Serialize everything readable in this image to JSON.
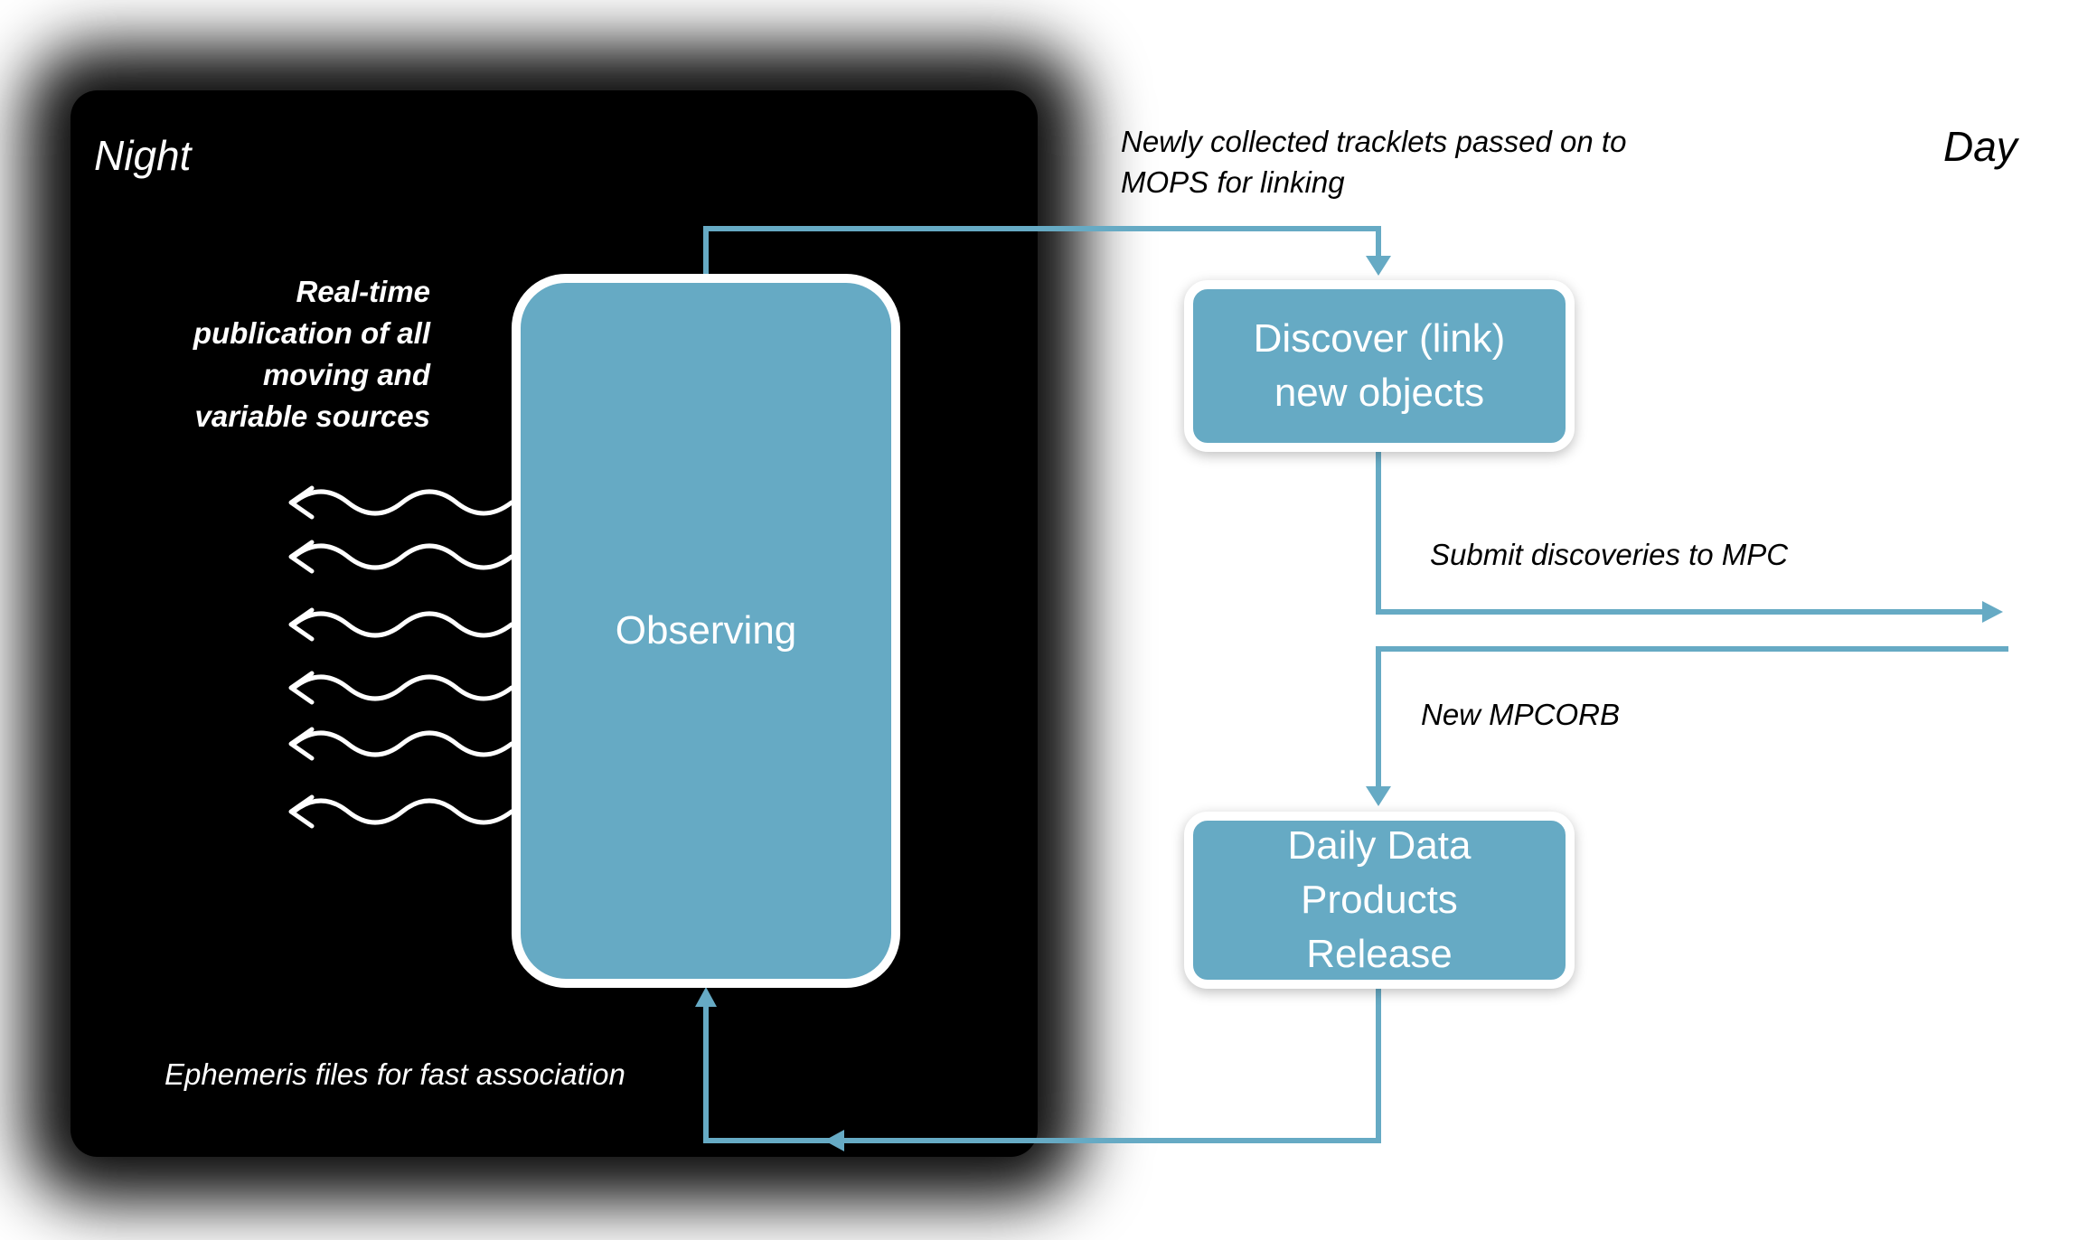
{
  "phases": {
    "night": "Night",
    "day": "Day"
  },
  "annotations": {
    "realtime": "Real-time publication of all moving and variable sources",
    "tracklets": "Newly collected tracklets passed on to MOPS for linking",
    "submit": "Submit discoveries to MPC",
    "mpcorb": "New MPCORB",
    "ephemeris": "Ephemeris files for fast association"
  },
  "boxes": {
    "observing": "Observing",
    "discover": "Discover (link) new objects",
    "daily": "Daily Data Products Release"
  },
  "colors": {
    "box_fill": "#66aac4",
    "arrow": "#66aac4",
    "night_background": "#000000",
    "day_background": "#ffffff"
  }
}
